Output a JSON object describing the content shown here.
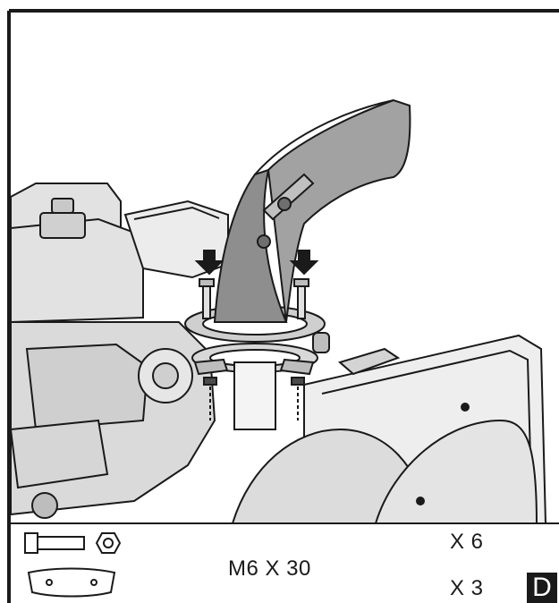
{
  "hardware": {
    "spec": "M6 X 30",
    "bolt_quantity": "X 6",
    "plate_quantity": "X 3"
  },
  "step_badge": "D",
  "colors": {
    "line": "#1a1a1a",
    "chute_fill": "#9a9a9a",
    "engine_fill": "#dcdcdc",
    "background": "#ffffff"
  },
  "icons": [
    "bolt-icon",
    "nut-icon",
    "keeper-plate-icon",
    "arrow-down-icon"
  ]
}
